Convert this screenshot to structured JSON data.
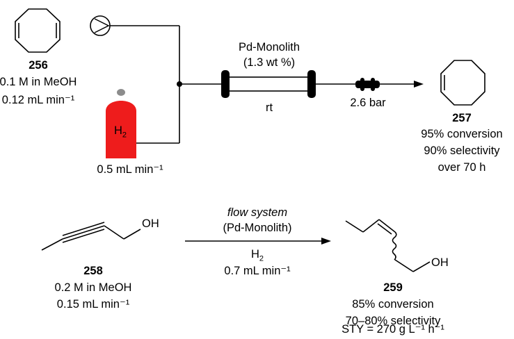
{
  "top_reaction": {
    "reactant": {
      "number": "256",
      "concentration": "0.1 M in MeOH",
      "flow_rate": "0.12 mL min⁻¹"
    },
    "gas": {
      "label_base": "H",
      "label_sub": "2",
      "flow_rate": "0.5 mL min⁻¹",
      "cylinder_color": "#ee1c1c"
    },
    "reactor": {
      "catalyst": "Pd-Monolith",
      "loading": "(1.3 wt %)",
      "temperature": "rt"
    },
    "back_pressure": "2.6 bar",
    "product": {
      "number": "257",
      "conversion": "95% conversion",
      "selectivity": "90% selectivity",
      "duration": "over 70 h"
    }
  },
  "bottom_reaction": {
    "reactant": {
      "number": "258",
      "oh_label": "OH",
      "concentration": "0.2 M in MeOH",
      "flow_rate": "0.15 mL min⁻¹"
    },
    "conditions": {
      "system": "flow system",
      "catalyst": "(Pd-Monolith)",
      "gas_base": "H",
      "gas_sub": "2",
      "gas_flow": "0.7 mL min⁻¹"
    },
    "product": {
      "number": "259",
      "oh_label": "OH",
      "conversion": "85% conversion",
      "selectivity": "70–80% selectivity",
      "sty": "STY = 270 g L⁻¹ h⁻¹"
    }
  }
}
